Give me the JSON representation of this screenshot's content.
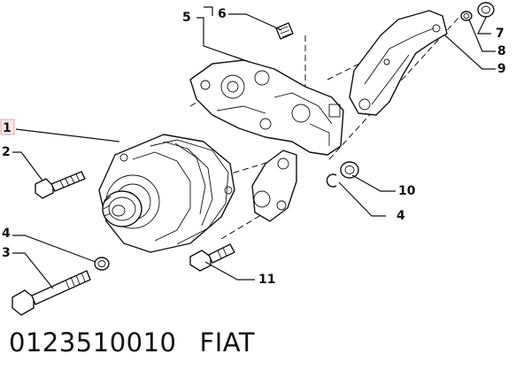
{
  "callouts": [
    {
      "id": "1",
      "label": "1"
    },
    {
      "id": "2",
      "label": "2"
    },
    {
      "id": "3",
      "label": "3"
    },
    {
      "id": "4a",
      "label": "4"
    },
    {
      "id": "4b",
      "label": "4"
    },
    {
      "id": "5",
      "label": "5"
    },
    {
      "id": "6",
      "label": "6"
    },
    {
      "id": "7",
      "label": "7"
    },
    {
      "id": "8",
      "label": "8"
    },
    {
      "id": "9",
      "label": "9"
    },
    {
      "id": "10",
      "label": "10"
    },
    {
      "id": "11",
      "label": "11"
    }
  ],
  "caption": {
    "part_number": "0123510010",
    "brand": "FIAT"
  }
}
